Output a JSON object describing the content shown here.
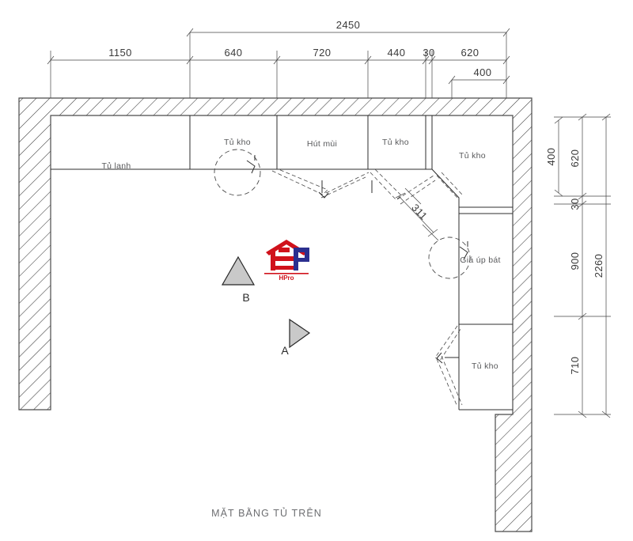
{
  "drawing": {
    "caption": "MẶT BẰNG TỦ TRÊN",
    "type": "architectural-floor-plan",
    "subject": "kitchen upper cabinets"
  },
  "dimensions": {
    "top": {
      "overall_label": "2450",
      "segments": [
        {
          "label": "1150"
        },
        {
          "label": "640"
        },
        {
          "label": "720"
        },
        {
          "label": "440"
        },
        {
          "label": "30"
        },
        {
          "label": "620"
        }
      ],
      "sub_label": "400"
    },
    "right": {
      "overall_label": "2260",
      "segments": [
        {
          "label": "620"
        },
        {
          "label": "30"
        },
        {
          "label": "900"
        },
        {
          "label": "710"
        }
      ],
      "sub_label": "400"
    },
    "diagonal": {
      "label": "311"
    }
  },
  "room_labels": {
    "fridge": "Tủ lạnh",
    "storage_1": "Tủ kho",
    "hood": "Hút mùi",
    "storage_2": "Tủ kho",
    "storage_3": "Tủ kho",
    "dish_rack": "Giá úp bát",
    "storage_4": "Tủ kho"
  },
  "markers": {
    "a": "A",
    "b": "B"
  },
  "logo": {
    "text": "HPro",
    "colors": {
      "primary": "#d0121b",
      "secondary": "#2b2f8f"
    }
  },
  "colors": {
    "background": "#ffffff",
    "line": "#4a4a4a",
    "text": "#58595b",
    "marker_fill": "#c9c9c9"
  }
}
